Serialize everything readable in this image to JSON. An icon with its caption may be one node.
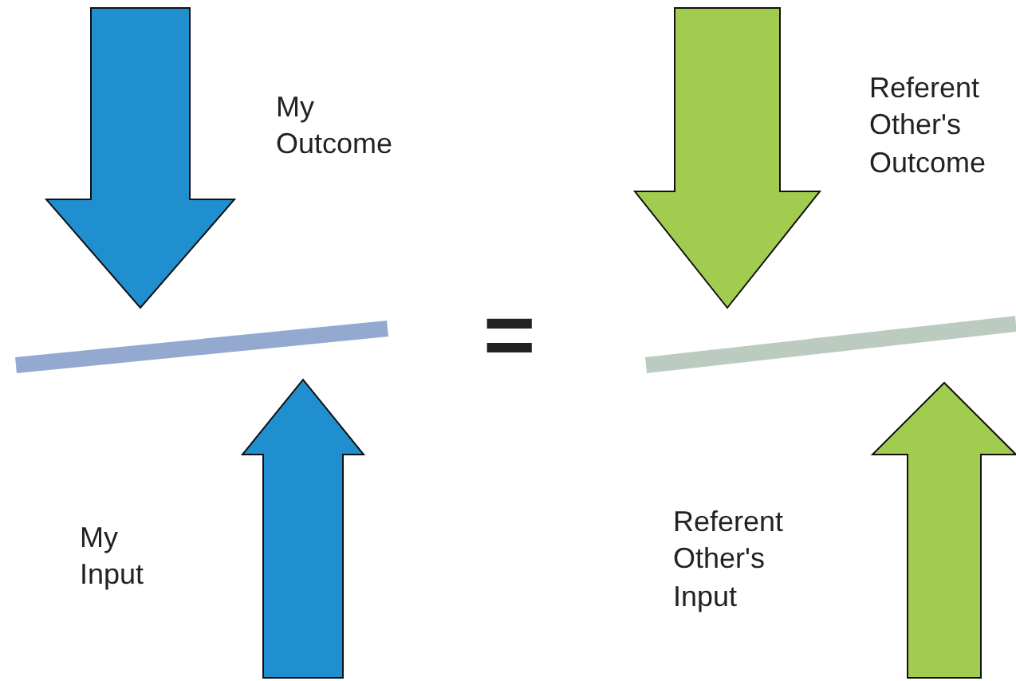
{
  "diagram": {
    "labels": [
      "My Outcome",
      "Referent Other's Outcome",
      "=",
      "My Input",
      "Referent Other's Input"
    ]
  }
}
